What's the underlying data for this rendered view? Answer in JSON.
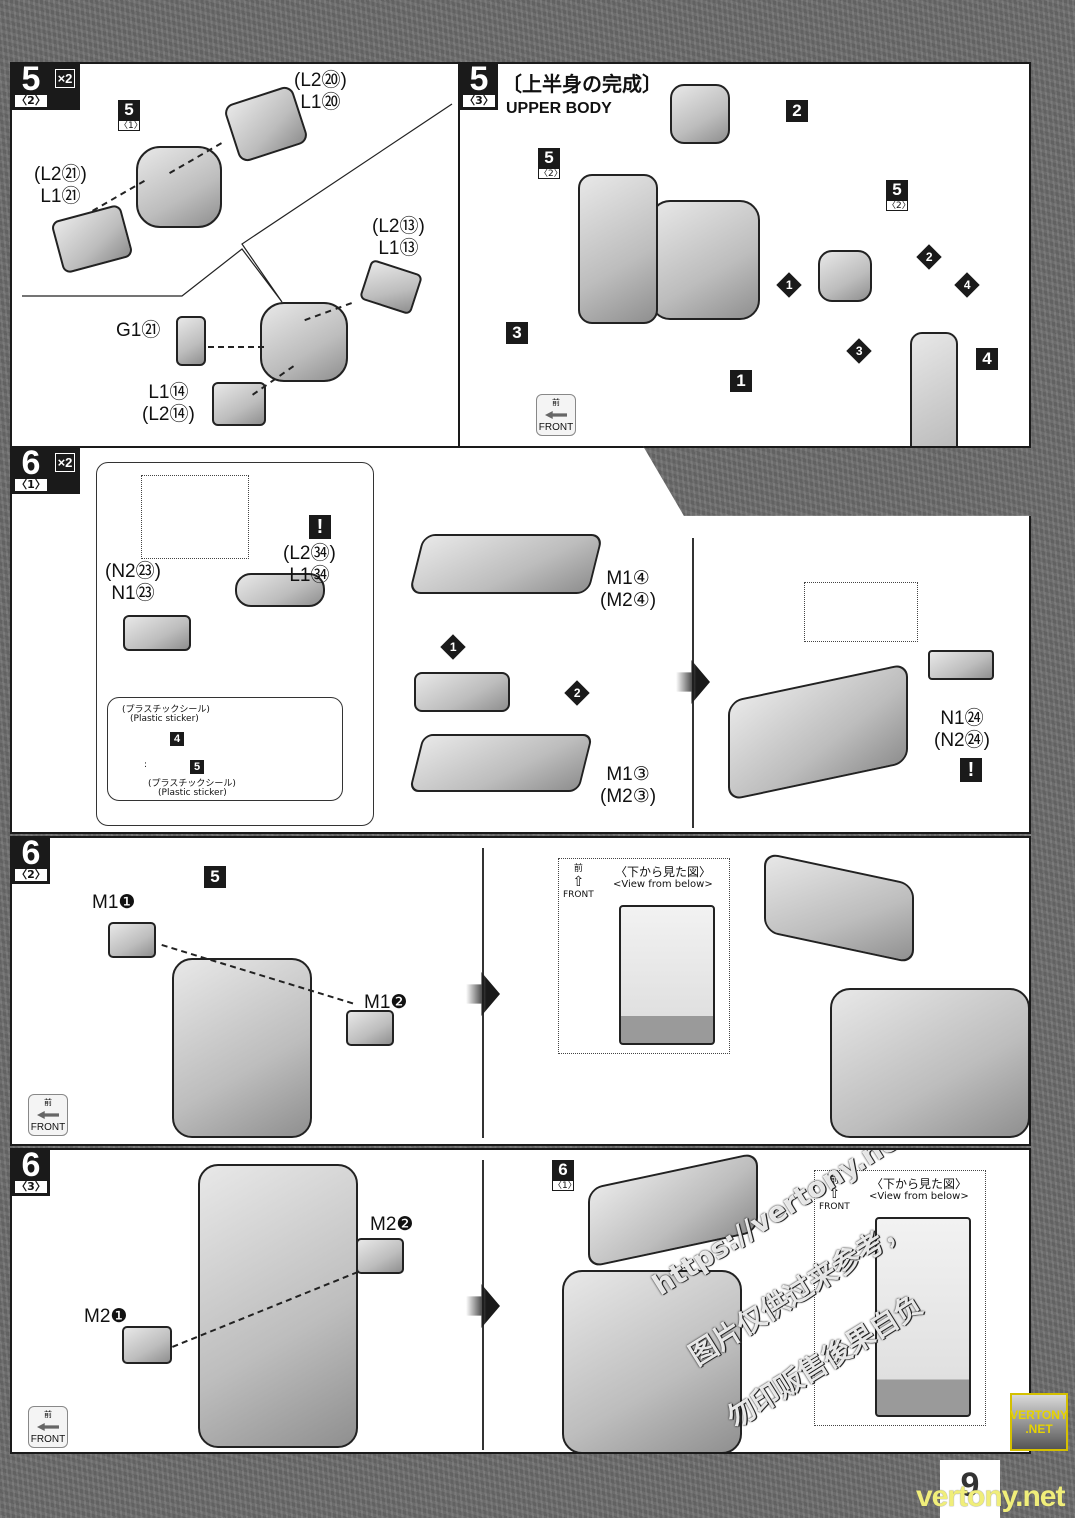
{
  "page": {
    "number": "9",
    "watermark_site": "vertony.net",
    "watermark_logo": [
      "VERTONY",
      ".NET"
    ],
    "watermark_overlay": [
      "https://vertony.net/",
      "图片仅供过来参考，",
      "勿印贩售後果自负"
    ]
  },
  "steps": {
    "s5_2": {
      "num": "5",
      "sub": "〈2〉",
      "multiplier": "×2",
      "ref": {
        "num": "5",
        "sub": "〈1〉"
      },
      "labels": {
        "top_right": [
          "(L2⑳)",
          "L1⑳"
        ],
        "left": [
          "(L2㉑)",
          "L1㉑"
        ],
        "right": [
          "(L2⑬)",
          "L1⑬"
        ],
        "g1": "G1㉑",
        "bottom": [
          "L1⑭",
          "(L2⑭)"
        ]
      }
    },
    "s5_3": {
      "num": "5",
      "sub": "〈3〉",
      "title_jp": "〔上半身の完成〕",
      "title_en": "UPPER BODY",
      "parts": [
        "1",
        "2",
        "3",
        "4"
      ],
      "ref": {
        "num": "5",
        "sub": "〈2〉"
      },
      "ref2": {
        "num": "5",
        "sub": "〈2〉"
      },
      "order": [
        "1",
        "2",
        "3",
        "4"
      ],
      "front": {
        "kanji": "前",
        "text": "FRONT"
      }
    },
    "s6_1": {
      "num": "6",
      "sub": "〈1〉",
      "multiplier": "×2",
      "labels": {
        "caps": [
          "(L2㉞)",
          "L1㉞"
        ],
        "holder": [
          "(N2㉓)",
          "N1㉓"
        ],
        "top_cover": [
          "M1④",
          "(M2④)"
        ],
        "bottom_cover": [
          "M1③",
          "(M2③)"
        ],
        "end_cap": [
          "N1㉔",
          "(N2㉔)"
        ]
      },
      "order": [
        "1",
        "2"
      ],
      "alert": "!",
      "sticker": {
        "jp": "(プラスチックシール)",
        "en": "(Plastic sticker)",
        "num_a": "4",
        "num_b": "5",
        "colon": ":"
      }
    },
    "s6_2": {
      "num": "6",
      "sub": "〈2〉",
      "ref_part": "5",
      "labels": {
        "left": "M1❶",
        "right": "M1❷"
      },
      "view": {
        "kanji": "前",
        "front": "FRONT",
        "jp": "〈下から見た図〉",
        "en": "<View from below>"
      },
      "front": {
        "kanji": "前",
        "text": "FRONT"
      }
    },
    "s6_3": {
      "num": "6",
      "sub": "〈3〉",
      "labels": {
        "left": "M2❶",
        "right": "M2❷"
      },
      "ref": {
        "num": "6",
        "sub": "〈1〉"
      },
      "view": {
        "kanji": "前",
        "front": "FRONT",
        "jp": "〈下から見た図〉",
        "en": "<View from below>"
      },
      "front": {
        "kanji": "前",
        "text": "FRONT"
      }
    }
  }
}
